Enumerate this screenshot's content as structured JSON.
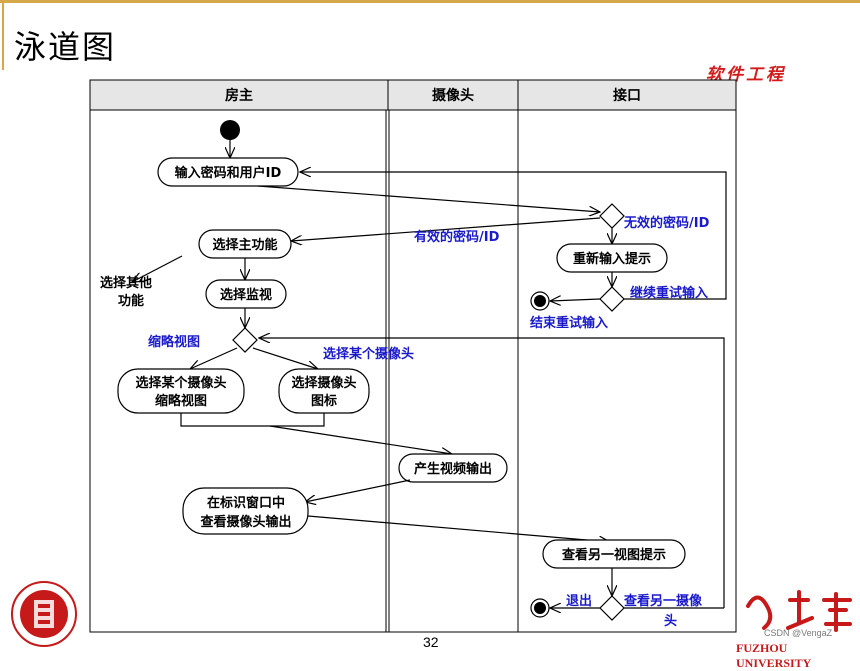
{
  "title": "泳道图",
  "brand": "软件工程",
  "page_number": "32",
  "watermark": "CSDN @VengaZ",
  "university_text": "FUZHOU UNIVERSITY",
  "university_cn": "福大",
  "lanes": {
    "owner": "房主",
    "camera": "摄像头",
    "interface": "接口"
  },
  "nodes": {
    "enter_password": "输入密码和用户ID",
    "choose_main": "选择主功能",
    "choose_monitor": "选择监视",
    "camera_thumb_line1": "选择某个摄像头",
    "camera_thumb_line2": "缩略视图",
    "camera_icon_line1": "选择摄像头",
    "camera_icon_line2": "图标",
    "video_output": "产生视频输出",
    "view_window_line1": "在标识窗口中",
    "view_window_line2": "查看摄像头输出",
    "reenter_prompt": "重新输入提示",
    "another_view_prompt": "查看另一视图提示"
  },
  "labels": {
    "valid_password": "有效的密码/ID",
    "invalid_password": "无效的密码/ID",
    "continue_retry": "继续重试输入",
    "end_retry": "结束重试输入",
    "other_function_line1": "选择其他",
    "other_function_line2": "功能",
    "thumb_view": "缩略视图",
    "select_camera": "选择某个摄像头",
    "exit": "退出",
    "view_another_line1": "查看另一摄像",
    "view_another_line2": "头"
  },
  "colors": {
    "accent_line": "#d6a84a",
    "brand_red": "#d21c1c",
    "guard_blue": "#1a1acc",
    "lane_header": "#e6e6e6"
  }
}
